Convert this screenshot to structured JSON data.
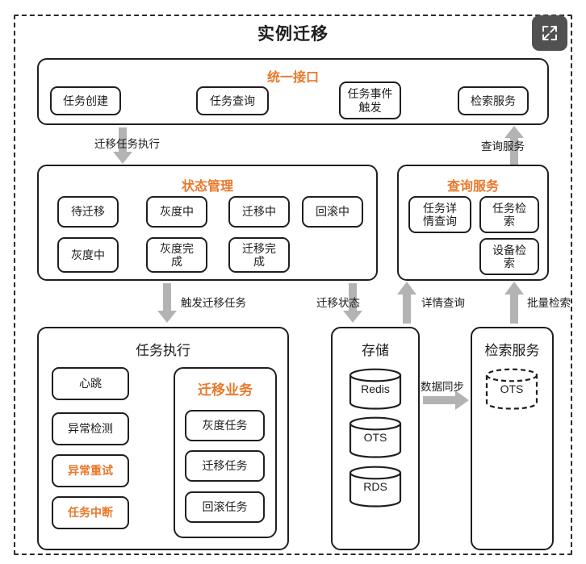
{
  "diagram": {
    "title": "实例迁移",
    "fullscreen_icon": "fullscreen-expand-icon"
  },
  "unified_interface": {
    "title": "统一接口",
    "items": [
      {
        "label": "任务创建"
      },
      {
        "label": "任务查询"
      },
      {
        "label": "任务事件\n触发"
      },
      {
        "label": "检索服务"
      }
    ]
  },
  "state_management": {
    "title": "状态管理",
    "items": [
      {
        "label": "待迁移"
      },
      {
        "label": "灰度中"
      },
      {
        "label": "迁移中"
      },
      {
        "label": "回滚中"
      },
      {
        "label": "灰度中"
      },
      {
        "label": "灰度完\n成"
      },
      {
        "label": "迁移完\n成"
      }
    ]
  },
  "query_service": {
    "title": "查询服务",
    "items": [
      {
        "label": "任务详\n情查询"
      },
      {
        "label": "任务检\n索"
      },
      {
        "label": "设备检\n索"
      }
    ]
  },
  "task_execution": {
    "title": "任务执行",
    "left_items": [
      {
        "label": "心跳",
        "accent": false
      },
      {
        "label": "异常检测",
        "accent": false
      },
      {
        "label": "异常重试",
        "accent": true
      },
      {
        "label": "任务中断",
        "accent": true
      }
    ],
    "migration_business": {
      "title": "迁移业务",
      "items": [
        {
          "label": "灰度任务"
        },
        {
          "label": "迁移任务"
        },
        {
          "label": "回滚任务"
        }
      ]
    }
  },
  "storage": {
    "title": "存储",
    "items": [
      {
        "label": "Redis"
      },
      {
        "label": "OTS"
      },
      {
        "label": "RDS"
      }
    ]
  },
  "retrieval_service": {
    "title": "检索服务",
    "items": [
      {
        "label": "OTS"
      }
    ]
  },
  "edges": [
    {
      "label": "迁移任务执行",
      "direction": "down"
    },
    {
      "label": "查询服务",
      "direction": "up"
    },
    {
      "label": "触发迁移任务",
      "direction": "down"
    },
    {
      "label": "迁移状态",
      "direction": "down"
    },
    {
      "label": "详情查询",
      "direction": "up"
    },
    {
      "label": "批量检索",
      "direction": "up"
    },
    {
      "label": "数据同步",
      "direction": "right"
    }
  ],
  "colors": {
    "accent_orange": "#e8792b",
    "border_black": "#1f1f1f",
    "arrow_gray": "#b3b3b3",
    "fullscreen_bg": "#515151"
  }
}
